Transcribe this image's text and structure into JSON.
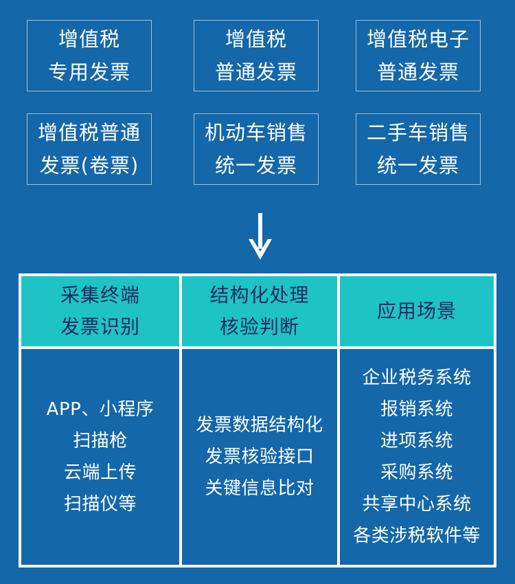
{
  "invoice_types": [
    [
      "增值税",
      "专用发票"
    ],
    [
      "增值税",
      "普通发票"
    ],
    [
      "增值税电子",
      "普通发票"
    ],
    [
      "增值税普通",
      "发票(卷票)"
    ],
    [
      "机动车销售",
      "统一发票"
    ],
    [
      "二手车销售",
      "统一发票"
    ]
  ],
  "columns": [
    {
      "header": [
        "采集终端",
        "发票识别"
      ],
      "items": [
        "APP、小程序",
        "扫描枪",
        "云端上传",
        "扫描仪等"
      ]
    },
    {
      "header": [
        "结构化处理",
        "核验判断"
      ],
      "items": [
        "发票数据结构化",
        "发票核验接口",
        "关键信息比对"
      ]
    },
    {
      "header": [
        "应用场景"
      ],
      "items": [
        "企业税务系统",
        "报销系统",
        "进项系统",
        "采购系统",
        "共享中心系统",
        "各类涉税软件等"
      ]
    }
  ],
  "colors": {
    "background": "#1467a8",
    "header_fill": "#1ec3c6",
    "header_text": "#1b2a5c",
    "grid": "#ffffff"
  },
  "icons": {
    "arrow": "arrow-down-icon"
  }
}
